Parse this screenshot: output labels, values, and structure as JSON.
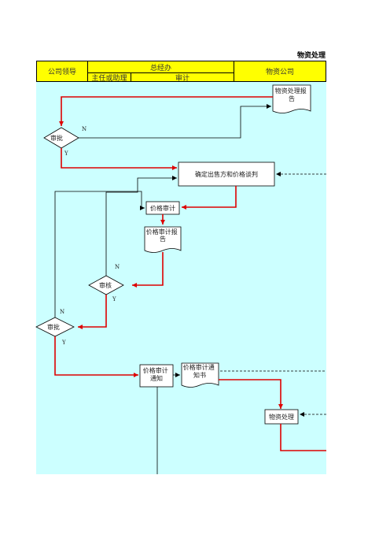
{
  "title": "物资处理",
  "header": {
    "company_leader": "公司领导",
    "general_manager": "总经办",
    "director_assistant": "主任或助理",
    "audit": "审计",
    "materials_company": "物资公司"
  },
  "flow": {
    "report_doc": "物资处理报告",
    "approve_top": "审批",
    "confirm_buyer": "确定出售方和价格谈判",
    "price_audit": "价格审计",
    "price_audit_report": "价格审计报告",
    "review": "审核",
    "approve_bottom": "审批",
    "price_audit_notice": "价格审计通知",
    "price_audit_notice_doc": "价格审计通知书",
    "material_handling": "物资处理",
    "labels": {
      "n": "N",
      "y": "Y"
    }
  },
  "colors": {
    "background": "#ccffff",
    "header": "#ffff00",
    "red_line": "#dd0000",
    "black_line": "#000000"
  }
}
